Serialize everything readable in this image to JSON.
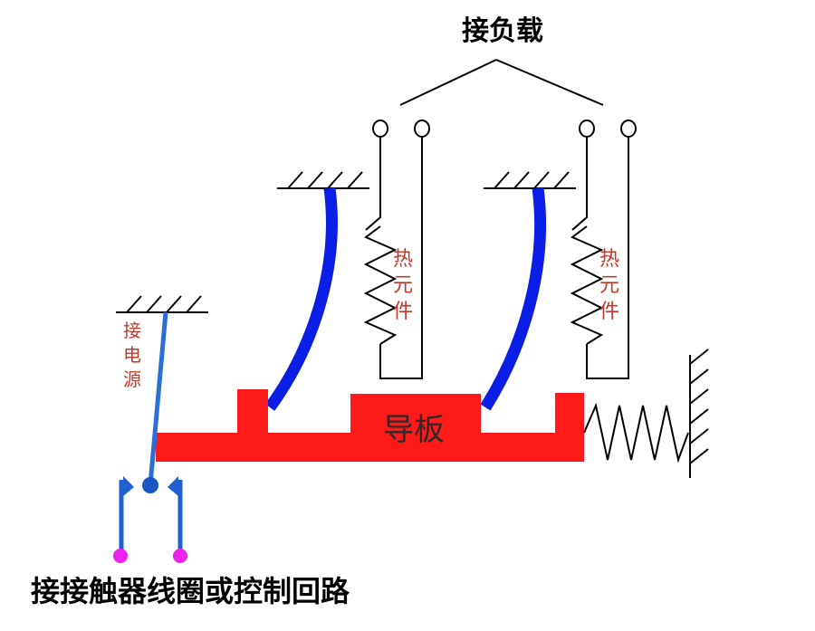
{
  "labels": {
    "load": "接负载",
    "power": [
      "接",
      "电",
      "源"
    ],
    "heater_left": [
      "热",
      "元",
      "件"
    ],
    "heater_right": [
      "热",
      "元",
      "件"
    ],
    "plate": "导板",
    "bottom": "接接触器线圈或控制回路"
  },
  "colors": {
    "plate": "#ff1a1a",
    "bimetal": "#0a1ee6",
    "lever": "#2a6fd6",
    "terminal": "#ee22ee",
    "line": "#000000"
  },
  "icons": [
    "fixed-support",
    "spring",
    "heating-coil",
    "terminal-post",
    "pivot"
  ]
}
